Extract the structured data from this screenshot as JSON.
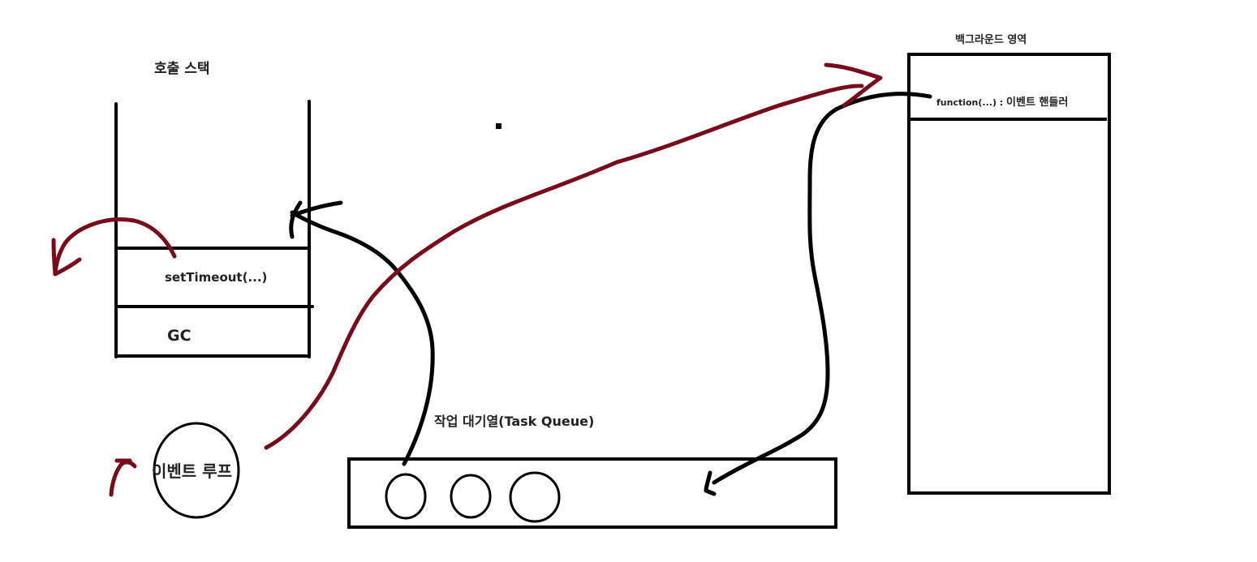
{
  "call_stack": {
    "title": "호출 스택",
    "frames": [
      "setTimeout(...)",
      "GC"
    ]
  },
  "event_loop": {
    "label": "이벤트 루프"
  },
  "task_queue": {
    "title": "작업 대기열(Task Queue)",
    "items": 3
  },
  "background": {
    "title": "백그라운드 영역",
    "handler_fn": "function(...) : ",
    "handler_desc": "이벤트 핸들러"
  },
  "colors": {
    "ink": "#000000",
    "red_arrow": "#7a0a1a",
    "text": "#222222"
  }
}
